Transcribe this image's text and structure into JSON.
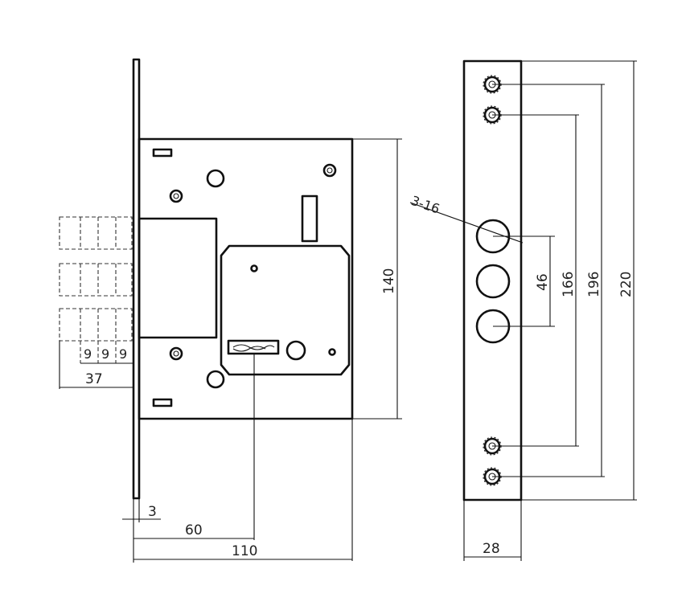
{
  "dimensions": {
    "bolt_pitch": "9",
    "bolt_throw": "37",
    "faceplate_thickness": "3",
    "backset": "60",
    "case_width": "110",
    "case_height": "140",
    "strike_width": "28",
    "hole_spacing": "46",
    "screw_spacing_inner": "166",
    "screw_spacing_outer": "196",
    "strike_length": "220",
    "bolt_holes": "3-16"
  }
}
